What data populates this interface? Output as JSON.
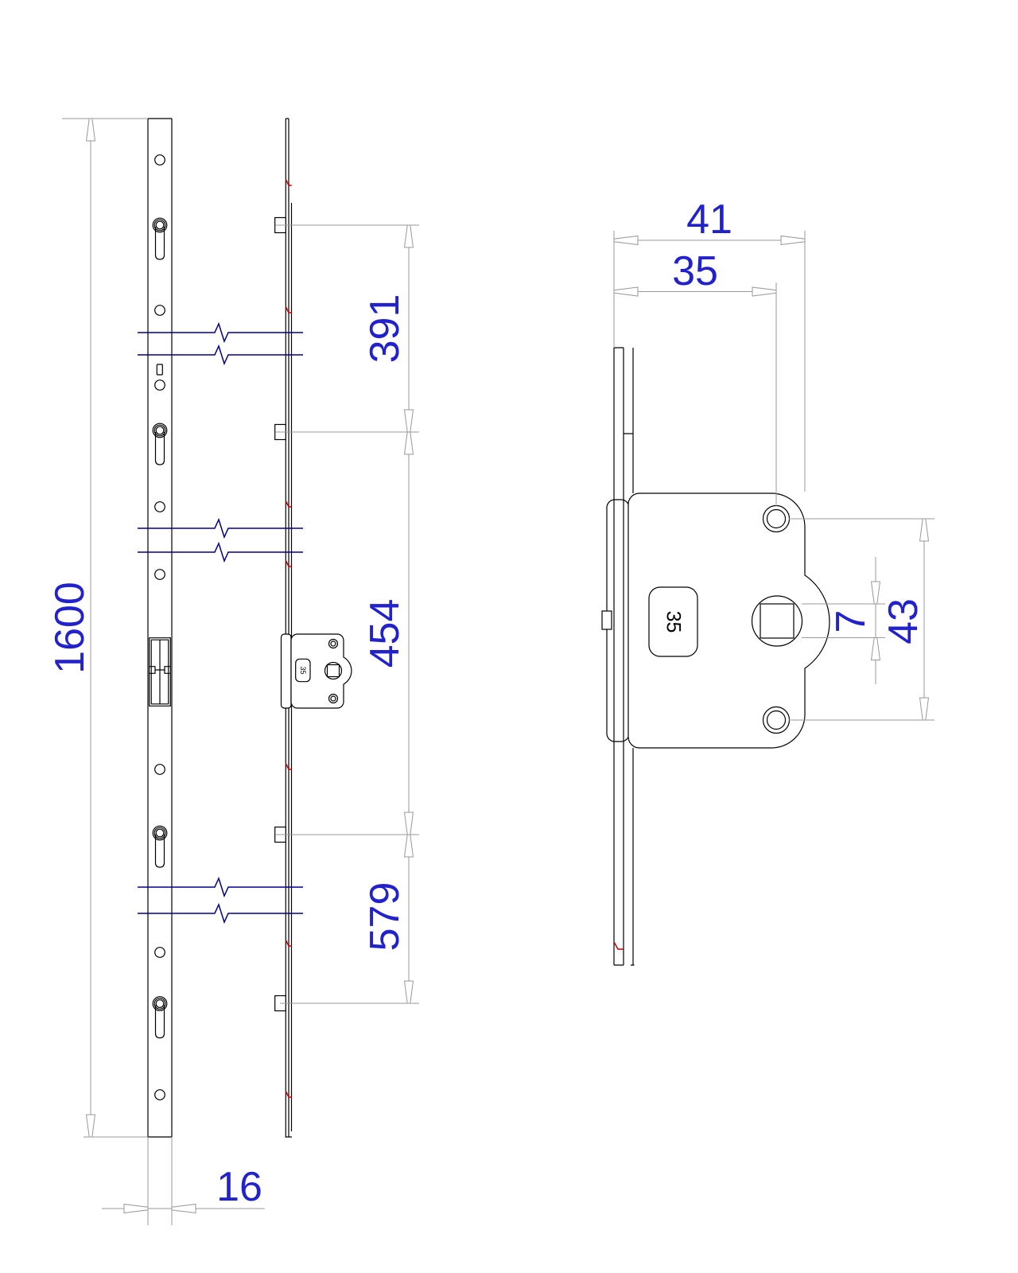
{
  "colors": {
    "dimension": "#2222cc",
    "drawing": "#000000",
    "auxiliary": "#9a9a9a",
    "break": "#00008b",
    "mark": "#c00000",
    "background": "#ffffff"
  },
  "left_view": {
    "description": "multipoint-lock front and side elevation",
    "dims": {
      "total_length": "1600",
      "faceplate_width": "16",
      "spacing_top": "391",
      "spacing_middle": "454",
      "spacing_bottom": "579"
    },
    "labels": {
      "gearbox_mini": "35"
    }
  },
  "detail_view": {
    "description": "gearbox detail side view",
    "dims": {
      "housing_depth": "41",
      "backset": "35",
      "screw_spacing": "43",
      "spindle_square": "7"
    },
    "labels": {
      "backset_plate": "35"
    }
  }
}
